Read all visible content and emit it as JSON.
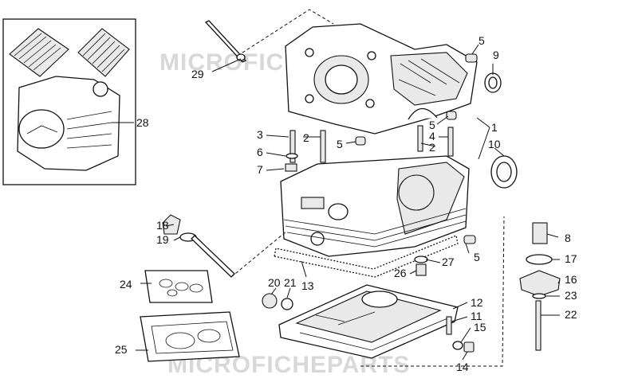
{
  "watermark_top": "MICROFICHEPARTS",
  "watermark_bottom": "MICROFICHEPARTS",
  "callouts": {
    "c1": "1",
    "c2a": "2",
    "c2b": "2",
    "c3": "3",
    "c4": "4",
    "c5a": "5",
    "c5b": "5",
    "c5c": "5",
    "c5d": "5",
    "c6": "6",
    "c7": "7",
    "c8": "8",
    "c9": "9",
    "c10": "10",
    "c11": "11",
    "c12": "12",
    "c13": "13",
    "c14": "14",
    "c15": "15",
    "c16": "16",
    "c17": "17",
    "c18": "18",
    "c19": "19",
    "c20": "20",
    "c21": "21",
    "c22": "22",
    "c23": "23",
    "c24": "24",
    "c25": "25",
    "c26": "26",
    "c27": "27",
    "c28": "28",
    "c29": "29"
  }
}
